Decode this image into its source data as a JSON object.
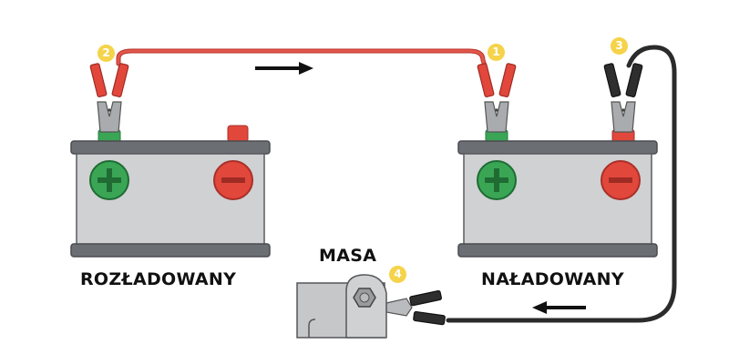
{
  "labels": {
    "discharged": "ROZŁADOWANY",
    "charged": "NAŁADOWANY",
    "ground": "MASA"
  },
  "steps": [
    "1",
    "2",
    "3",
    "4"
  ],
  "colors": {
    "red_cable": "#d9453b",
    "black_cable": "#333333",
    "positive": "#3aa655",
    "negative": "#e2473c",
    "battery_body": "#cfd1d3",
    "battery_cap": "#6b6e72",
    "badge": "#f5d34a"
  }
}
